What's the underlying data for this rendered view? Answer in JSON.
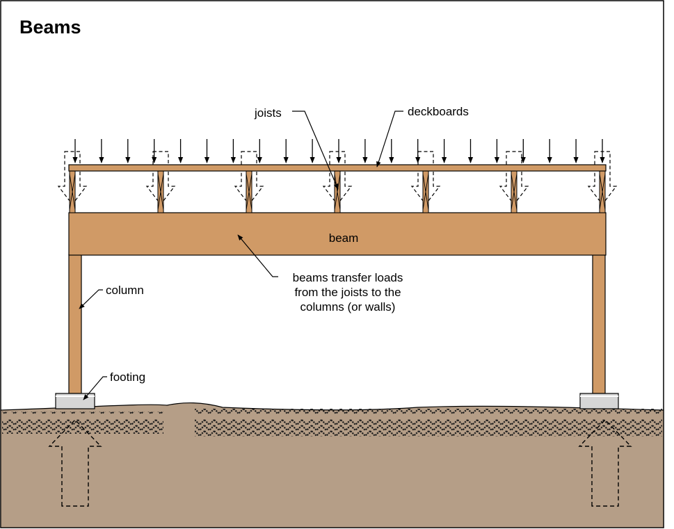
{
  "title": "Beams",
  "labels": {
    "joists": "joists",
    "deckboards": "deckboards",
    "beam": "beam",
    "column": "column",
    "footing": "footing",
    "note_line1": "beams transfer loads",
    "note_line2": "from the joists to the",
    "note_line3": "columns (or walls)"
  },
  "colors": {
    "wood": "#d09a66",
    "soil": "#b59e87",
    "footing": "#d6d6d6",
    "outline": "#000000"
  }
}
